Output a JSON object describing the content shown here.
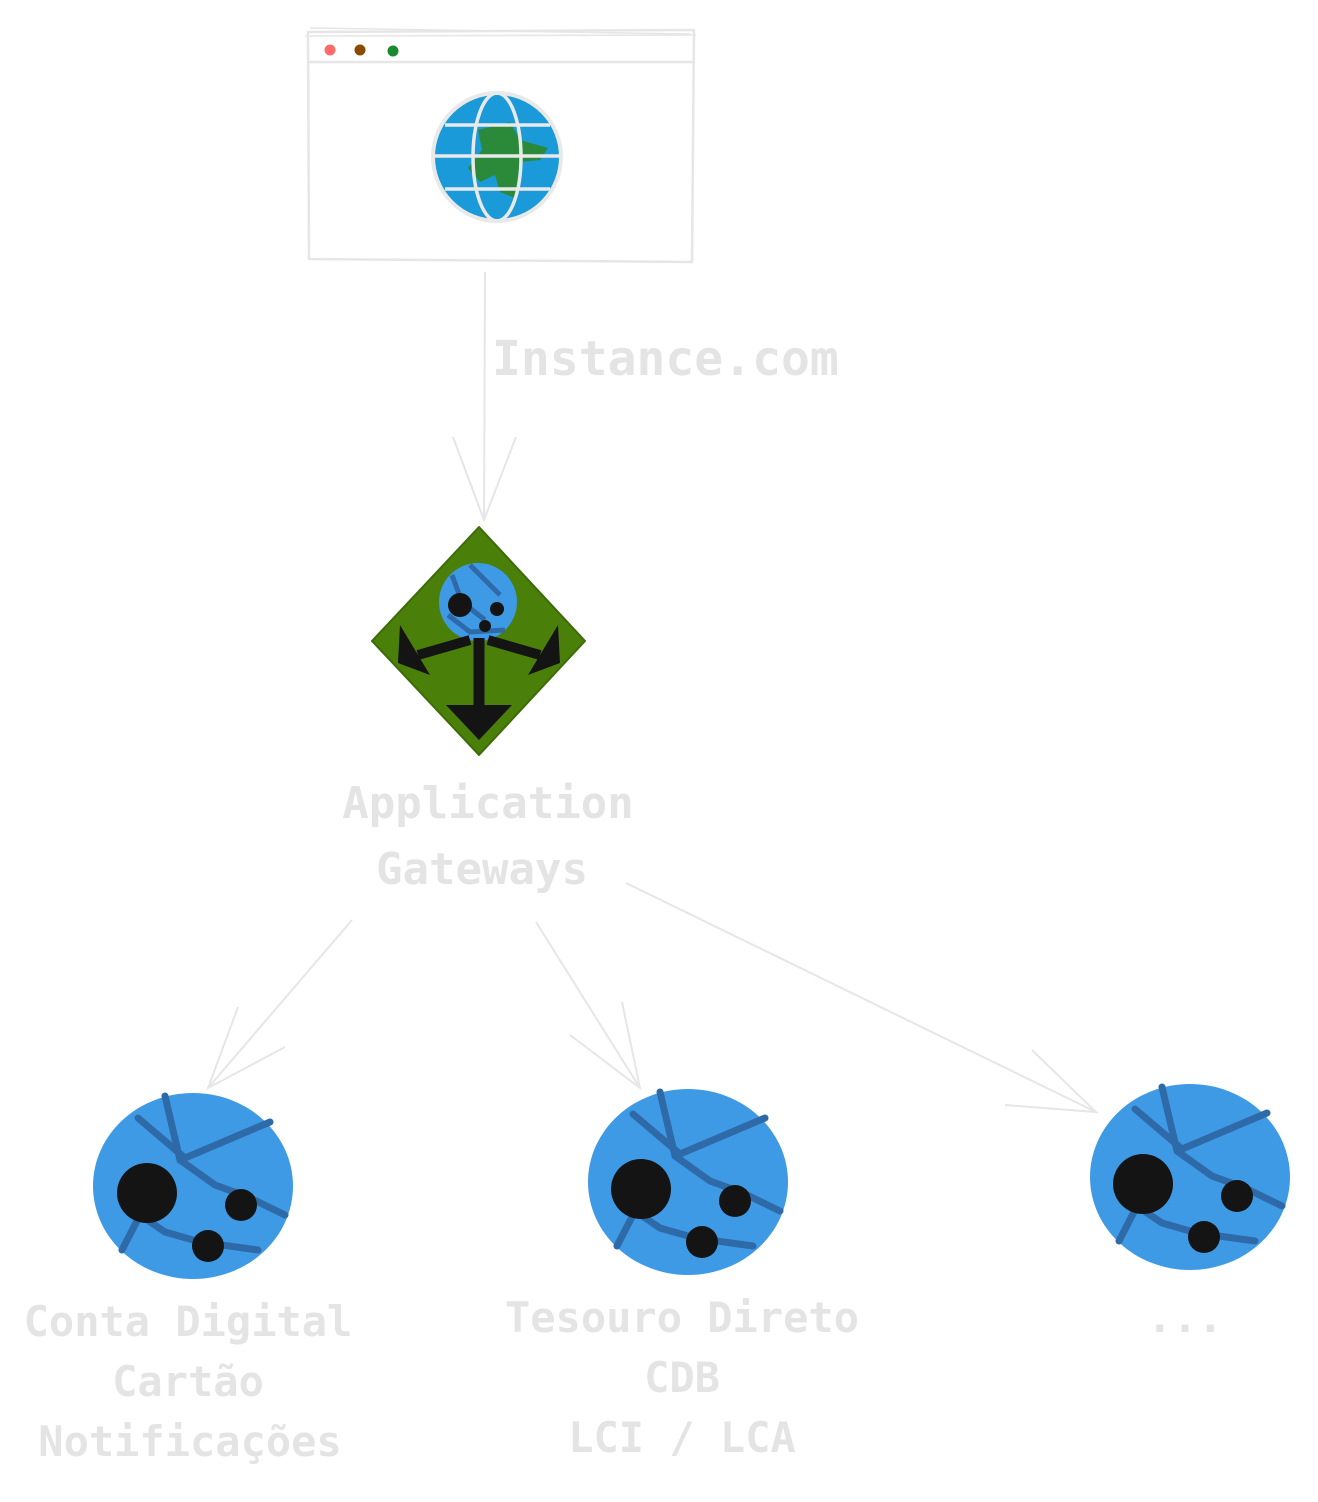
{
  "browser": {
    "dots": [
      "#ff6b6b",
      "#8a4a00",
      "#1a8a2e"
    ]
  },
  "edge_main": {
    "label": "Instance.com"
  },
  "gateway": {
    "label_line1": "Application",
    "label_line2": "Gateways"
  },
  "clusters": [
    {
      "lines": [
        "Conta Digital",
        "Cartão",
        "Notificações"
      ]
    },
    {
      "lines": [
        "Tesouro Direto",
        "CDB",
        "LCI / LCA"
      ]
    },
    {
      "lines": [
        "..."
      ]
    }
  ],
  "colors": {
    "stroke": "#e6e6e6",
    "text": "#e4e4e4",
    "globe_blue": "#1a9ad8",
    "globe_green": "#2a8a3a",
    "node_blue": "#3f9ae6",
    "node_line": "#2f6aa8",
    "node_dot": "#141414",
    "gateway_green": "#4a7f0a"
  }
}
